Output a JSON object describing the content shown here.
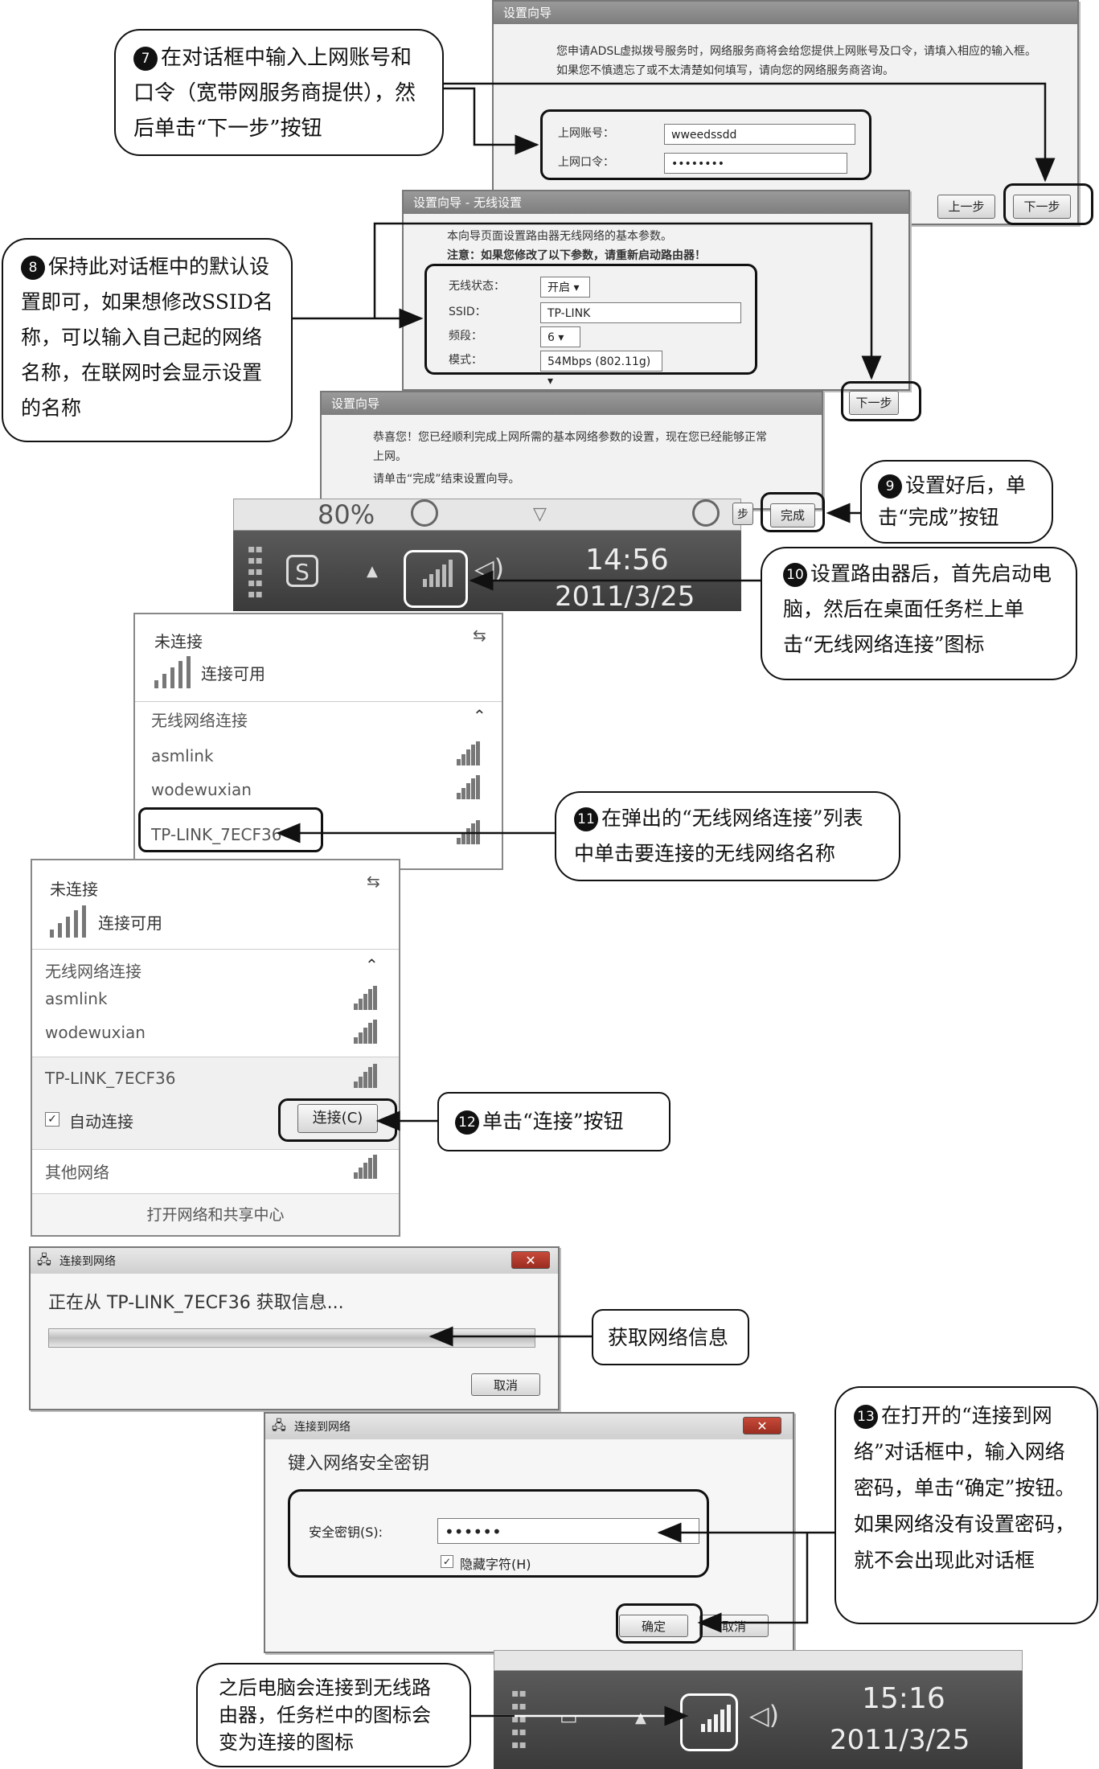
{
  "step7": {
    "callout": "在对话框中输入上网账号和口令（宽带网服务商提供），然后单击“下一步”按钮",
    "num": "7",
    "dialog_title": "设置向导",
    "intro": "您申请ADSL虚拟拨号服务时，网络服务商将会给您提供上网账号及口令，请填入相应的输入框。如果您不慎遗忘了或不太清楚如何填写，请向您的网络服务商咨询。",
    "account_label": "上网账号：",
    "account_value": "wweedssdd",
    "password_label": "上网口令：",
    "password_value": "••••••••",
    "prev_button": "上一步",
    "next_button": "下一步"
  },
  "step8": {
    "callout": "保持此对话框中的默认设置即可，如果想修改SSID名称，可以输入自己起的网络名称，在联网时会显示设置的名称",
    "num": "8",
    "dialog_title": "设置向导 - 无线设置",
    "intro": "本向导页面设置路由器无线网络的基本参数。",
    "note": "注意：如果您修改了以下参数，请重新启动路由器！",
    "status_label": "无线状态：",
    "status_value": "开启",
    "ssid_label": "SSID：",
    "ssid_value": "TP-LINK",
    "channel_label": "频段：",
    "channel_value": "6",
    "mode_label": "模式：",
    "mode_value": "54Mbps (802.11g)",
    "next_button": "下一步"
  },
  "step9": {
    "callout": "设置好后，单击“完成”按钮",
    "num": "9",
    "dialog_title": "设置向导",
    "congrats": "恭喜您！您已经顺利完成上网所需的基本网络参数的设置，现在您已经能够正常上网。",
    "finish_hint": "请单击“完成”结束设置向导。",
    "back_partial": "步",
    "finish_button": "完成"
  },
  "step10": {
    "callout": "设置路由器后，首先启动电脑，然后在桌面任务栏上单击“无线网络连接”图标",
    "num": "10",
    "zoom": "80%",
    "time": "14:56",
    "date": "2011/3/25"
  },
  "step11": {
    "callout": "在弹出的“无线网络连接”列表中单击要连接的无线网络名称",
    "num": "11",
    "not_connected": "未连接",
    "available": "连接可用",
    "section": "无线网络连接",
    "networks": [
      "asmlink",
      "wodewuxian",
      "TP-LINK_7ECF36"
    ]
  },
  "step12": {
    "callout": "单击“连接”按钮",
    "num": "12",
    "not_connected": "未连接",
    "available": "连接可用",
    "section": "无线网络连接",
    "networks": [
      "asmlink",
      "wodewuxian"
    ],
    "selected_network": "TP-LINK_7ECF36",
    "auto_connect": "自动连接",
    "connect_button": "连接(C)",
    "other_networks": "其他网络",
    "open_center": "打开网络和共享中心"
  },
  "fetch": {
    "callout": "获取网络信息",
    "dialog_title": "连接到网络",
    "status": "正在从 TP-LINK_7ECF36 获取信息...",
    "cancel": "取消"
  },
  "step13": {
    "callout": "在打开的“连接到网络”对话框中，输入网络密码，单击“确定”按钮。如果网络没有设置密码，就不会出现此对话框",
    "num": "13",
    "dialog_title": "连接到网络",
    "heading": "键入网络安全密钥",
    "key_label": "安全密钥(S):",
    "key_value": "••••••",
    "hide_chars": "隐藏字符(H)",
    "ok": "确定",
    "cancel": "取消"
  },
  "final": {
    "callout": "之后电脑会连接到无线路由器，任务栏中的图标会变为连接的图标",
    "time": "15:16",
    "date": "2011/3/25"
  }
}
